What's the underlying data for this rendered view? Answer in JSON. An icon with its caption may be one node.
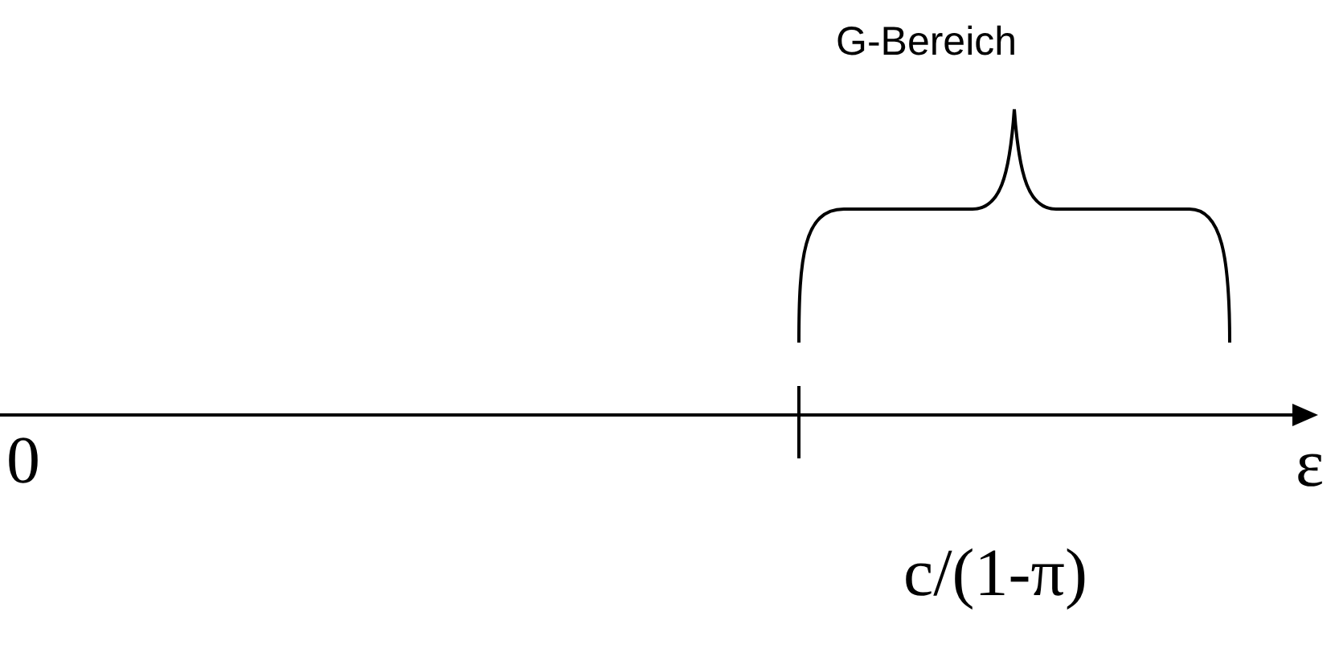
{
  "diagram": {
    "labels": [
      "G-Bereich",
      "0",
      "ε",
      "c/(1-π)"
    ]
  }
}
